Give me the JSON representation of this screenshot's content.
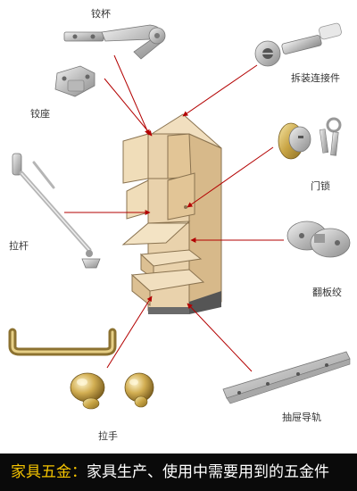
{
  "labels": {
    "hinge_cup": "铰杯",
    "hinge_seat": "铰座",
    "connector": "拆装连接件",
    "door_lock": "门锁",
    "pull_rod": "拉杆",
    "flap_hinge": "翻板绞",
    "handle": "拉手",
    "drawer_slide": "抽屉导轨"
  },
  "caption": {
    "title": "家具五金：",
    "text": "家具生产、使用中需要用到的五金件"
  },
  "colors": {
    "caption_bg": "#0a0a0a",
    "caption_title": "#f5c400",
    "wood": "#e9d2ac",
    "metal": "#c9c9c9",
    "brass": "#c9a545",
    "pointer": "#b30000"
  }
}
